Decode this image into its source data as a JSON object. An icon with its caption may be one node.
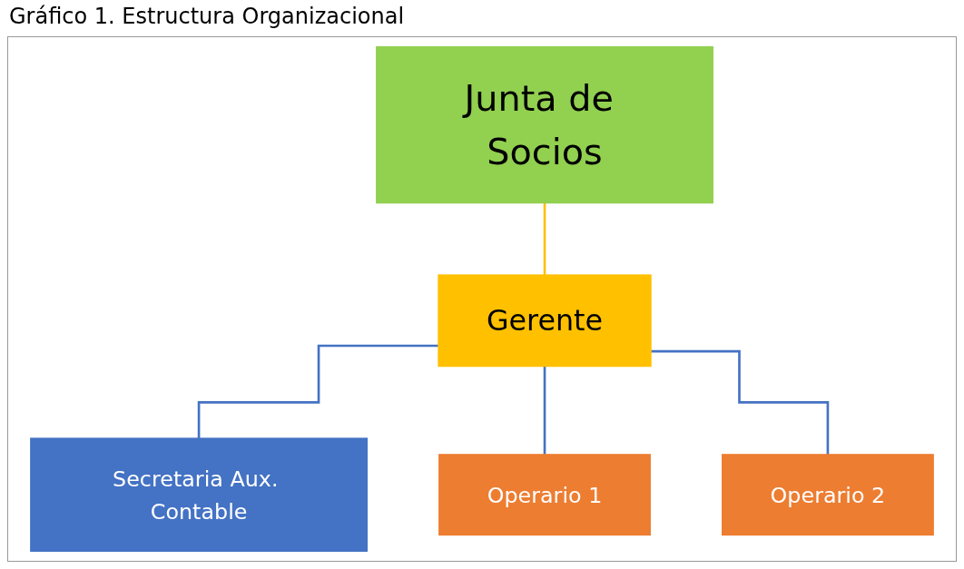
{
  "diagram": {
    "title": "Gráfico 1. Estructura Organizacional",
    "nodes": [
      {
        "text": [
          "Junta de Socios"
        ]
      },
      {
        "text": [
          "Gerente"
        ]
      },
      {
        "text": [
          "Secretaria Aux. Contable"
        ]
      },
      {
        "text": [
          "Operario 1"
        ]
      },
      {
        "text": [
          "Operario 2"
        ]
      }
    ],
    "edges": [
      {
        "from": 0,
        "to": 1,
        "arrow": "none",
        "color": "#ffc000"
      },
      {
        "from": 1,
        "to": 2,
        "arrow": "none"
      },
      {
        "from": 1,
        "to": 3,
        "arrow": "none"
      },
      {
        "from": 1,
        "to": 4,
        "arrow": "none"
      }
    ]
  }
}
